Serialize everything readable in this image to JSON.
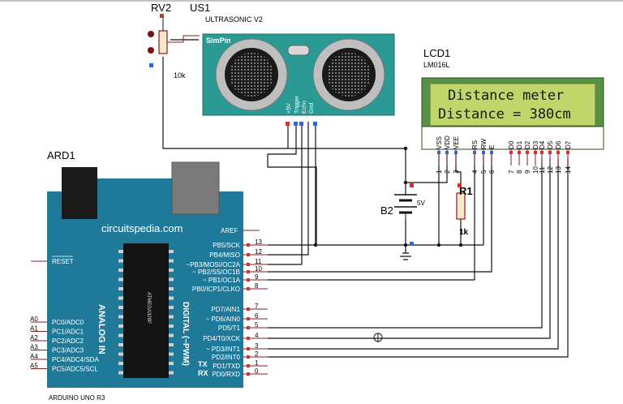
{
  "rv2": {
    "ref": "RV2",
    "value": "10k"
  },
  "us1": {
    "ref": "US1",
    "model": "ULTRASONIC V2",
    "brand": "SimPin",
    "pins": [
      "+5V",
      "Trigger",
      "Echo",
      "Gnd"
    ]
  },
  "lcd": {
    "ref": "LCD1",
    "model": "LM016L",
    "line1": "Distance meter",
    "line2": "Distance = 380cm",
    "pin_names": [
      "VSS",
      "VDD",
      "VEE",
      "RS",
      "RW",
      "E",
      "D0",
      "D1",
      "D2",
      "D3",
      "D4",
      "D5",
      "D6",
      "D7"
    ],
    "pin_numbers": [
      "1",
      "2",
      "3",
      "4",
      "5",
      "6",
      "7",
      "8",
      "9",
      "10",
      "11",
      "12",
      "13",
      "14"
    ]
  },
  "battery": {
    "ref": "B2",
    "value": "5V"
  },
  "r1": {
    "ref": "R1",
    "value": "1k"
  },
  "ard": {
    "ref": "ARD1",
    "model": "ARDUINO UNO R3",
    "site": "circuitspedia.com",
    "chip": "ATMEGA328P",
    "aref": "AREF",
    "reset": "RESET",
    "analog_title": "ANALOG IN",
    "digital_title": "DIGITAL (~PWM)",
    "tx": "TX",
    "rx": "RX",
    "analog_pins": [
      {
        "num": "A0",
        "name": "PC0/ADC0"
      },
      {
        "num": "A1",
        "name": "PC1/ADC1"
      },
      {
        "num": "A2",
        "name": "PC2/ADC2"
      },
      {
        "num": "A3",
        "name": "PC3/ADC3"
      },
      {
        "num": "A4",
        "name": "PC4/ADC4/SDA"
      },
      {
        "num": "A5",
        "name": "PC5/ADC5/SCL"
      }
    ],
    "digital_pins": [
      {
        "num": "13",
        "name": "PB5/SCK"
      },
      {
        "num": "12",
        "name": "PB4/MISO"
      },
      {
        "num": "11",
        "name": "~PB3/MOSI/OC2A"
      },
      {
        "num": "10",
        "name": "~ PB2/SS/OC1B"
      },
      {
        "num": "9",
        "name": "~ PB1/OC1A"
      },
      {
        "num": "8",
        "name": "PB0/ICP1/CLKO"
      },
      {
        "num": "7",
        "name": "PD7/AIN1"
      },
      {
        "num": "6",
        "name": "~ PD6/AIN0"
      },
      {
        "num": "5",
        "name": "PD5/T1"
      },
      {
        "num": "4",
        "name": "PD4/T0/XCK"
      },
      {
        "num": "3",
        "name": "~ PD3/INT1"
      },
      {
        "num": "2",
        "name": "PD2/INT0"
      },
      {
        "num": "1",
        "name": "PD1/TXD"
      },
      {
        "num": "0",
        "name": "PD0/RXD"
      }
    ]
  }
}
